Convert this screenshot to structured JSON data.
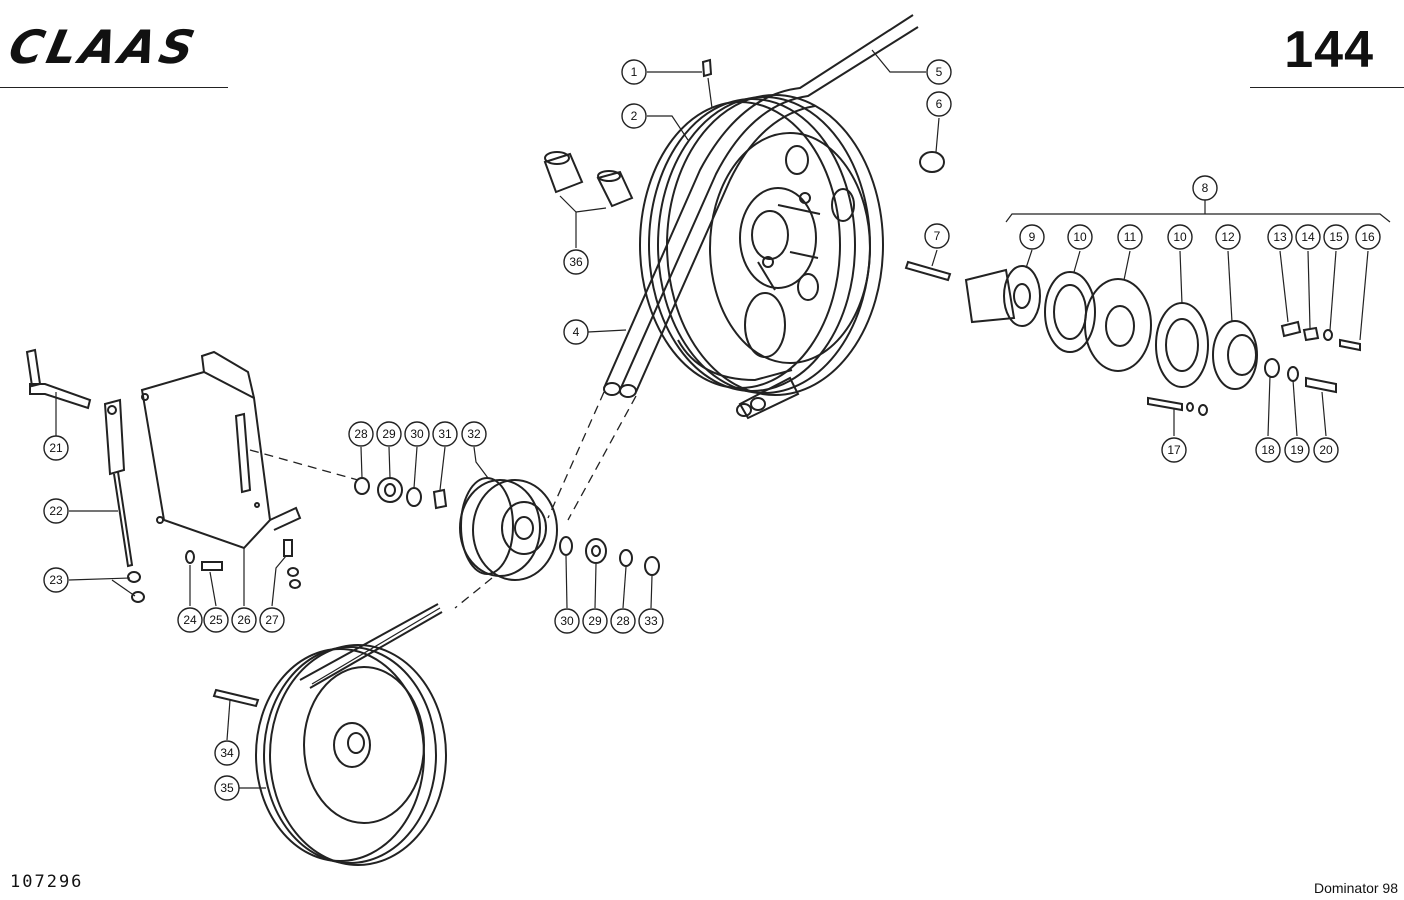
{
  "header": {
    "logo": "CLAAS",
    "page_number": "144"
  },
  "footer": {
    "drawing_number": "107296",
    "model": "Dominator 98"
  },
  "callouts": [
    {
      "id": "c1",
      "label": "1"
    },
    {
      "id": "c2",
      "label": "2"
    },
    {
      "id": "c4",
      "label": "4"
    },
    {
      "id": "c5",
      "label": "5"
    },
    {
      "id": "c6",
      "label": "6"
    },
    {
      "id": "c7",
      "label": "7"
    },
    {
      "id": "c8",
      "label": "8"
    },
    {
      "id": "c9",
      "label": "9"
    },
    {
      "id": "c10a",
      "label": "10"
    },
    {
      "id": "c11",
      "label": "11"
    },
    {
      "id": "c10b",
      "label": "10"
    },
    {
      "id": "c12",
      "label": "12"
    },
    {
      "id": "c13",
      "label": "13"
    },
    {
      "id": "c14",
      "label": "14"
    },
    {
      "id": "c15",
      "label": "15"
    },
    {
      "id": "c16",
      "label": "16"
    },
    {
      "id": "c17",
      "label": "17"
    },
    {
      "id": "c18",
      "label": "18"
    },
    {
      "id": "c19",
      "label": "19"
    },
    {
      "id": "c20",
      "label": "20"
    },
    {
      "id": "c21",
      "label": "21"
    },
    {
      "id": "c22",
      "label": "22"
    },
    {
      "id": "c23",
      "label": "23"
    },
    {
      "id": "c24",
      "label": "24"
    },
    {
      "id": "c25",
      "label": "25"
    },
    {
      "id": "c26",
      "label": "26"
    },
    {
      "id": "c27",
      "label": "27"
    },
    {
      "id": "c28a",
      "label": "28"
    },
    {
      "id": "c29a",
      "label": "29"
    },
    {
      "id": "c30a",
      "label": "30"
    },
    {
      "id": "c31",
      "label": "31"
    },
    {
      "id": "c32",
      "label": "32"
    },
    {
      "id": "c30b",
      "label": "30"
    },
    {
      "id": "c29b",
      "label": "29"
    },
    {
      "id": "c28b",
      "label": "28"
    },
    {
      "id": "c33",
      "label": "33"
    },
    {
      "id": "c34",
      "label": "34"
    },
    {
      "id": "c35",
      "label": "35"
    },
    {
      "id": "c36",
      "label": "36"
    }
  ]
}
